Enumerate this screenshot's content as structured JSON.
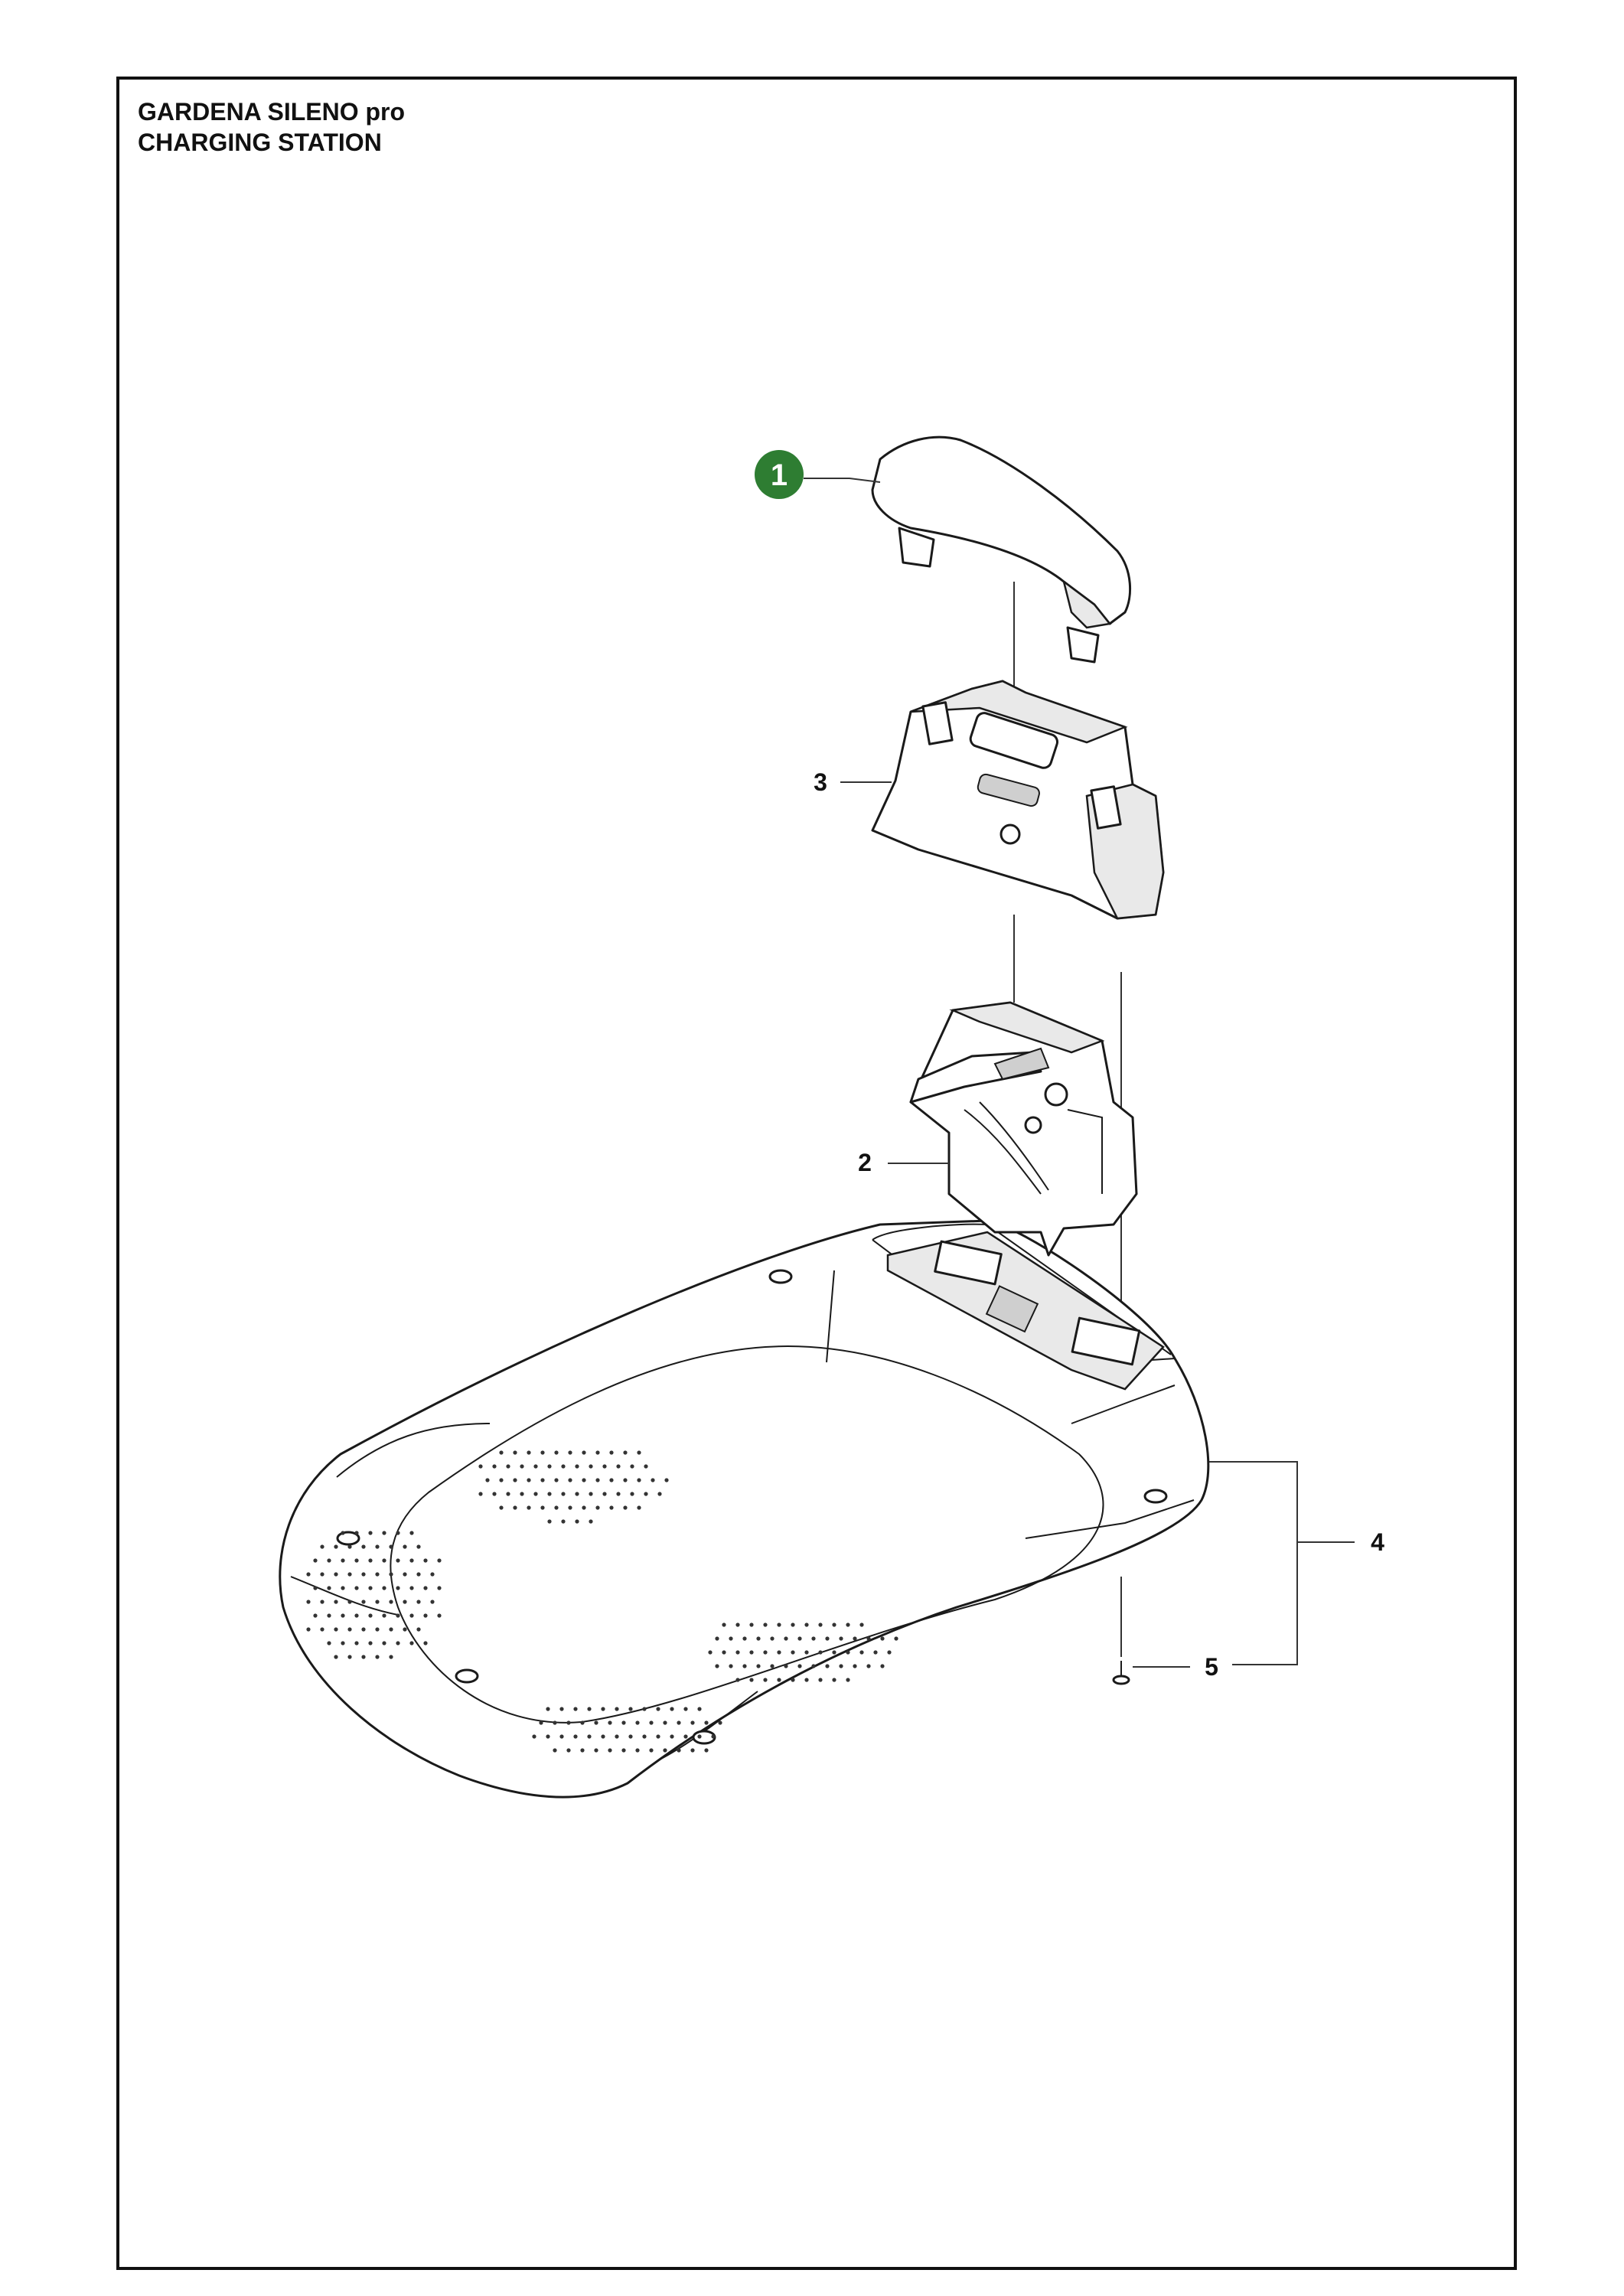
{
  "title": {
    "line1": "GARDENA SILENO pro",
    "line2": "CHARGING STATION"
  },
  "callouts": [
    {
      "id": "1",
      "label": "1",
      "highlighted": true
    },
    {
      "id": "2",
      "label": "2"
    },
    {
      "id": "3",
      "label": "3"
    },
    {
      "id": "4",
      "label": "4"
    },
    {
      "id": "5",
      "label": "5"
    }
  ],
  "colors": {
    "badge": "#2e7d32",
    "line": "#1a1a1a",
    "frame": "#111111"
  }
}
